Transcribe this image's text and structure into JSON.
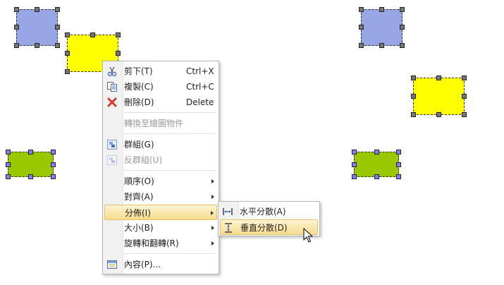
{
  "colors": {
    "blue_shape": "#99a6e6",
    "yellow_shape": "#ffff00",
    "green_shape": "#99c800",
    "handle_gray": "#777777",
    "handle_blue": "#7f7fff",
    "highlight": "#f7dc8e"
  },
  "context_menu": {
    "items": [
      {
        "label": "剪下(T)",
        "shortcut": "Ctrl+X",
        "icon": "scissors-icon"
      },
      {
        "label": "複製(C)",
        "shortcut": "Ctrl+C",
        "icon": "copy-icon"
      },
      {
        "label": "刪除(D)",
        "shortcut": "Delete",
        "icon": "delete-x-icon"
      },
      {
        "label": "轉換至繪圖物件",
        "disabled": true
      },
      {
        "label": "群組(G)",
        "icon": "group-icon"
      },
      {
        "label": "反群組(U)",
        "disabled": true,
        "icon": "ungroup-icon"
      },
      {
        "label": "順序(O)",
        "submenu": true
      },
      {
        "label": "對齊(A)",
        "submenu": true
      },
      {
        "label": "分佈(I)",
        "submenu": true,
        "highlighted": true
      },
      {
        "label": "大小(B)",
        "submenu": true
      },
      {
        "label": "旋轉和翻轉(R)",
        "submenu": true
      },
      {
        "label": "內容(P)...",
        "icon": "properties-icon"
      }
    ]
  },
  "distribute_submenu": {
    "items": [
      {
        "label": "水平分散(A)",
        "icon": "distribute-horizontal-icon"
      },
      {
        "label": "垂直分散(D)",
        "icon": "distribute-vertical-icon",
        "highlighted": true
      }
    ]
  }
}
